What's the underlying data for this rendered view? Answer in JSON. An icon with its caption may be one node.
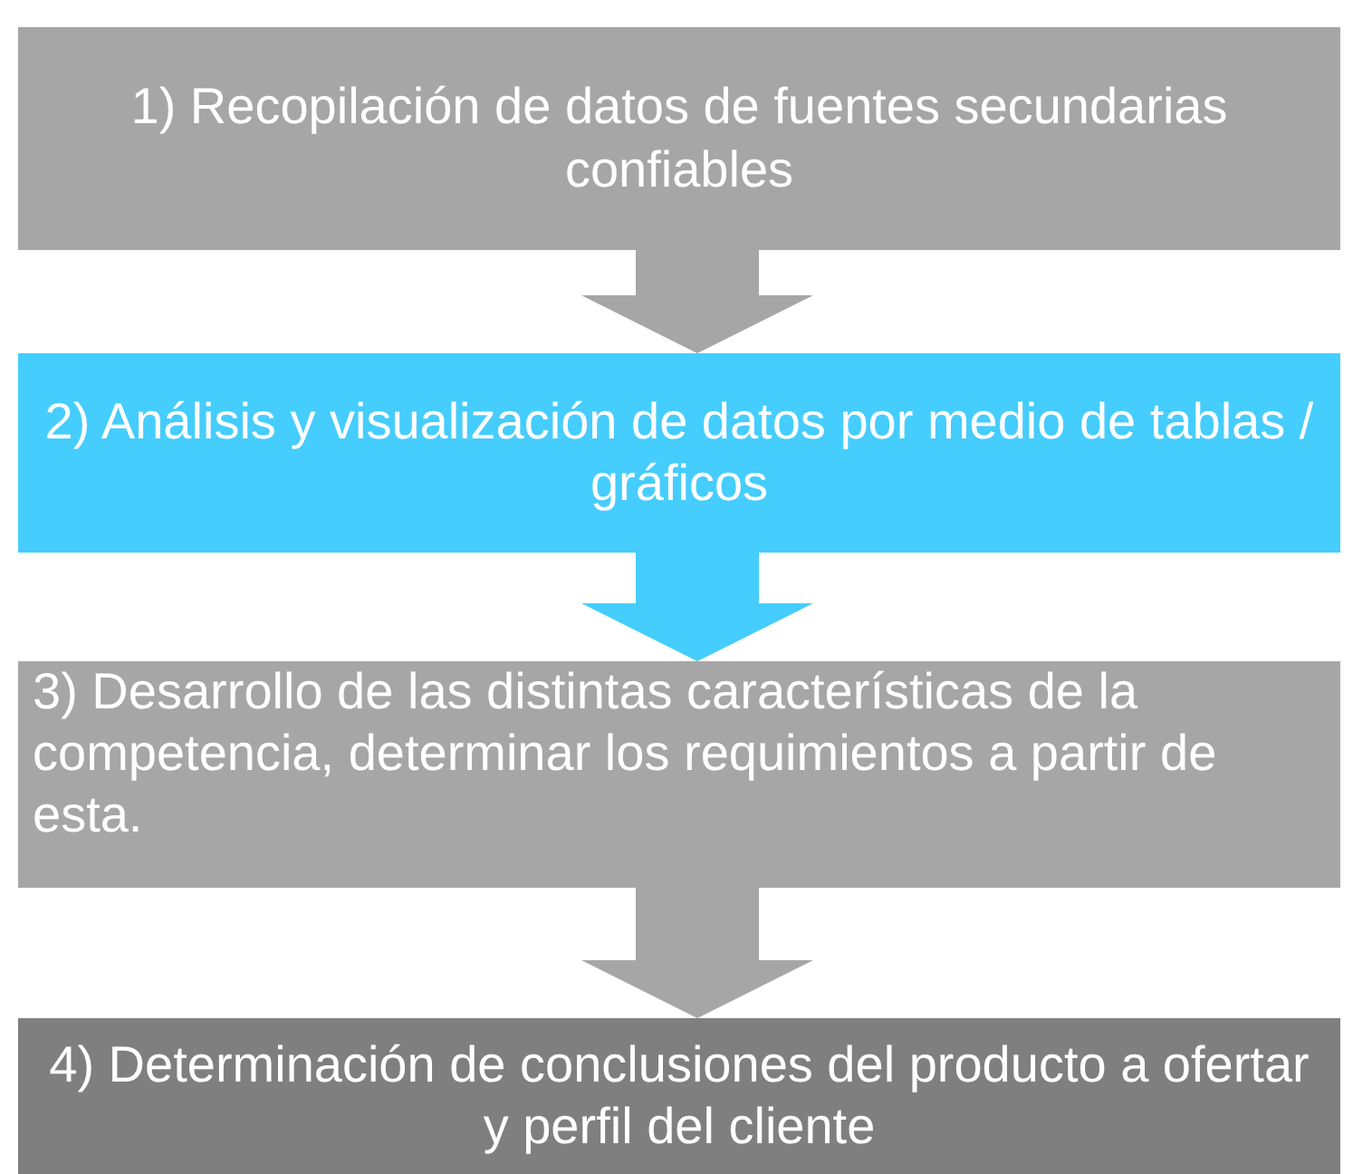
{
  "diagram": {
    "nodes": [
      {
        "text": [
          "1) Recopilación de datos de fuentes secundarias confiables"
        ]
      },
      {
        "text": [
          "2) Análisis y visualización de datos por medio de tablas / gráficos"
        ]
      },
      {
        "text": [
          "3) Desarrollo de las distintas características de la competencia, determinar los requimientos a partir de esta."
        ]
      },
      {
        "text": [
          "4) Determinación de conclusiones del producto a ofertar y perfil del cliente"
        ]
      }
    ],
    "edges": [
      {
        "from": 0,
        "to": 1,
        "arrow": "to"
      },
      {
        "from": 1,
        "to": 2,
        "arrow": "to",
        "color": "#45cdfd"
      },
      {
        "from": 2,
        "to": 3,
        "arrow": "to"
      }
    ]
  }
}
